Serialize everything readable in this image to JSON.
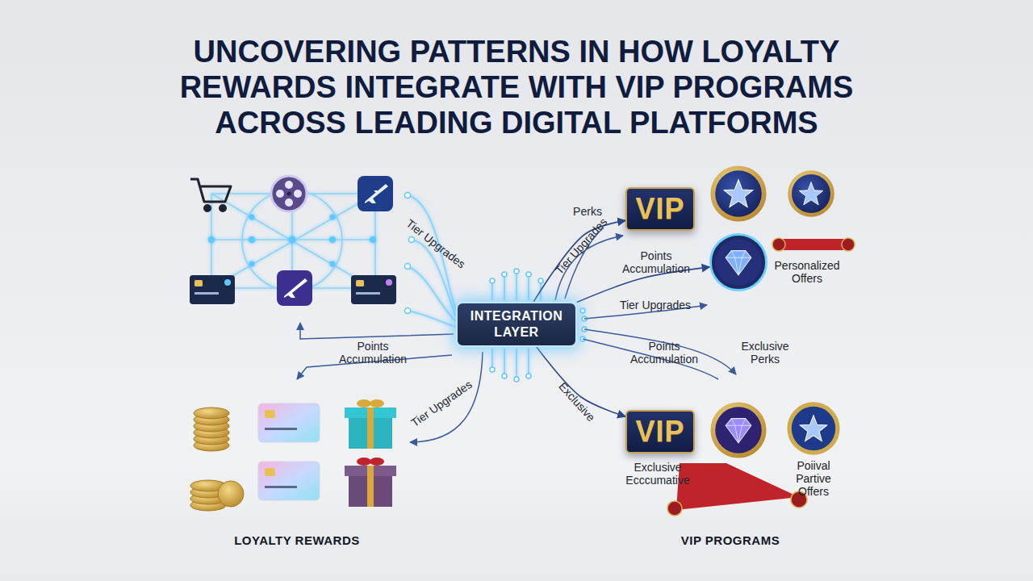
{
  "diagram": {
    "title": "UNCOVERING PATTERNS IN HOW LOYALTY REWARDS INTEGRATE WITH VIP PROGRAMS ACROSS LEADING DIGITAL PLATFORMS",
    "nodes": [
      {
        "text": [
          "VIP"
        ]
      },
      {
        "text": [
          "Personalized Offers"
        ]
      },
      {
        "text": [
          "INTEGRATION LAYER"
        ]
      },
      {
        "text": [
          "VIP"
        ]
      },
      {
        "text": [
          "Poiival Partive Offers"
        ]
      }
    ],
    "edges": [
      {
        "from": 2,
        "to": 0,
        "label": "Perks",
        "arrow": "to"
      },
      {
        "from": 2,
        "to": 1,
        "label": "Points Accumulation",
        "arrow": "to"
      },
      {
        "from": 2,
        "to": 3,
        "label": "Exclusive",
        "arrow": "to"
      }
    ],
    "labels": [
      "Tier Upgrades",
      "Points Accumulation",
      "Tier Upgrades",
      "Tier Upgrades",
      "Tier Upgrades",
      "Points Accumulation",
      "Exclusive Perks",
      "Exclusive Ecccumative",
      "LOYALTY REWARDS",
      "VIP PROGRAMS"
    ]
  }
}
